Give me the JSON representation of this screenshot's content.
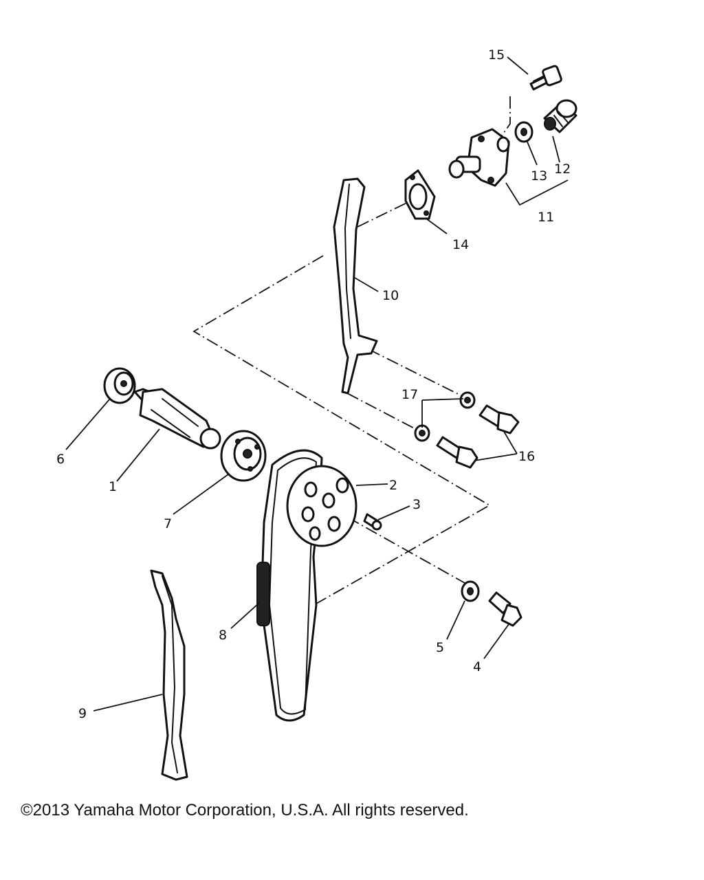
{
  "diagram": {
    "callouts": {
      "c1": "1",
      "c2": "2",
      "c3": "3",
      "c4": "4",
      "c5": "5",
      "c6": "6",
      "c7": "7",
      "c8": "8",
      "c9": "9",
      "c10": "10",
      "c11": "11",
      "c12": "12",
      "c13": "13",
      "c14": "14",
      "c15": "15",
      "c16": "16",
      "c17": "17"
    },
    "copyright": "©2013 Yamaha Motor Corporation, U.S.A. All rights reserved."
  }
}
